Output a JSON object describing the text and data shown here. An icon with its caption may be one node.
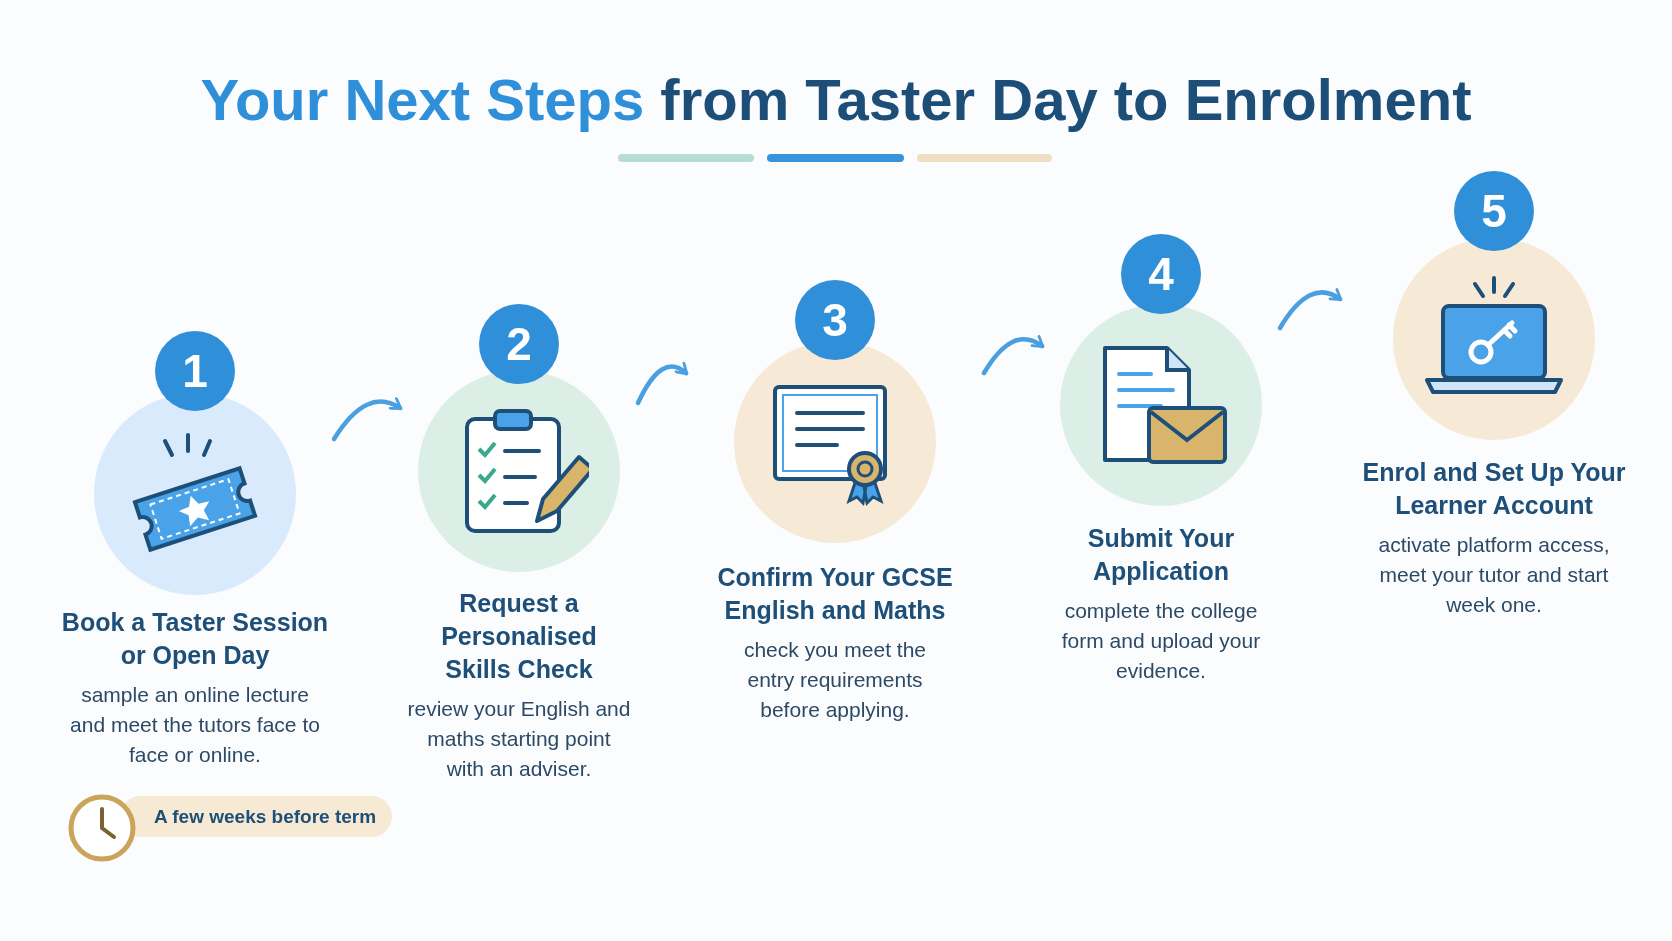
{
  "diagram": {
    "title": "Your Next Steps from Taster Day to Enrolment",
    "nodes": [
      {
        "text": [
          "1",
          "Book a Taster Session or Open Day",
          "sample an online lecture and meet the tutors face to face or online."
        ],
        "beside": [
          "A few weeks before term"
        ]
      },
      {
        "text": [
          "2",
          "Request a Personalised Skills Check",
          "review your English and maths starting point with an adviser."
        ]
      },
      {
        "text": [
          "3",
          "Confirm Your GCSE English and Maths",
          "check you meet the entry requirements before applying."
        ]
      },
      {
        "text": [
          "4",
          "Submit Your Application",
          "complete the college form and upload your evidence."
        ]
      },
      {
        "text": [
          "5",
          "Enrol and Set Up Your Learner Account",
          "activate platform access, meet your tutor and start week one."
        ]
      }
    ],
    "edges": [
      {
        "from": 0,
        "to": 1,
        "arrow": "to"
      },
      {
        "from": 1,
        "to": 2,
        "arrow": "to"
      },
      {
        "from": 2,
        "to": 3,
        "arrow": "to"
      },
      {
        "from": 3,
        "to": 4,
        "arrow": "to"
      }
    ]
  }
}
